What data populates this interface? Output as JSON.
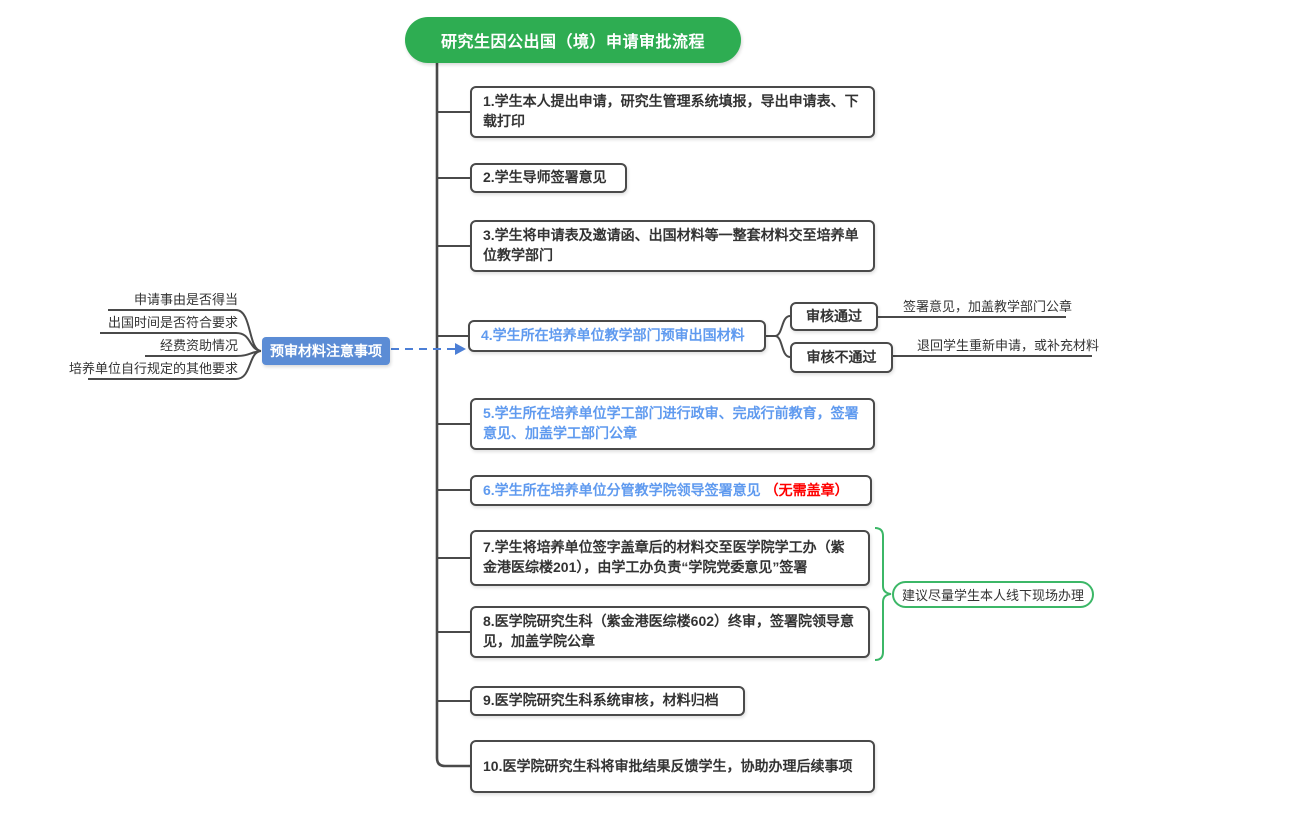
{
  "title": "研究生因公出国（境）申请审批流程",
  "steps": [
    {
      "text": "1.学生本人提出申请，研究生管理系统填报，导出申请表、下载打印"
    },
    {
      "text": "2.学生导师签署意见"
    },
    {
      "text": "3.学生将申请表及邀请函、出国材料等一整套材料交至培养单位教学部门"
    },
    {
      "text": "4.学生所在培养单位教学部门预审出国材料"
    },
    {
      "text": "5.学生所在培养单位学工部门进行政审、完成行前教育，签署意见、加盖学工部门公章"
    },
    {
      "text": "6.学生所在培养单位分管教学院领导签署意见",
      "note": "（无需盖章）"
    },
    {
      "text": "7.学生将培养单位签字盖章后的材料交至医学院学工办（紫金港医综楼201），由学工办负责“学院党委意见”签署"
    },
    {
      "text": "8.医学院研究生科（紫金港医综楼602）终审，签署院领导意见，加盖学院公章"
    },
    {
      "text": "9.医学院研究生科系统审核，材料归档"
    },
    {
      "text": "10.医学院研究生科将审批结果反馈学生，协助办理后续事项"
    }
  ],
  "review": {
    "pass": {
      "label": "审核通过",
      "result": "签署意见，加盖教学部门公章"
    },
    "fail": {
      "label": "审核不通过",
      "result": "退回学生重新申请，或补充材料"
    }
  },
  "precheck": {
    "label": "预审材料注意事项",
    "items": [
      "申请事由是否得当",
      "出国时间是否符合要求",
      "经费资助情况",
      "培养单位自行规定的其他要求"
    ]
  },
  "advice": {
    "label": "建议尽量学生本人线下现场办理"
  },
  "colors": {
    "title_green": "#2ead52",
    "brace_green": "#3cb767",
    "blue_fill": "#5b8cd5",
    "blue_text": "#5f9aef",
    "red_text": "#ff0000",
    "line_gray": "#4a4a4a"
  }
}
